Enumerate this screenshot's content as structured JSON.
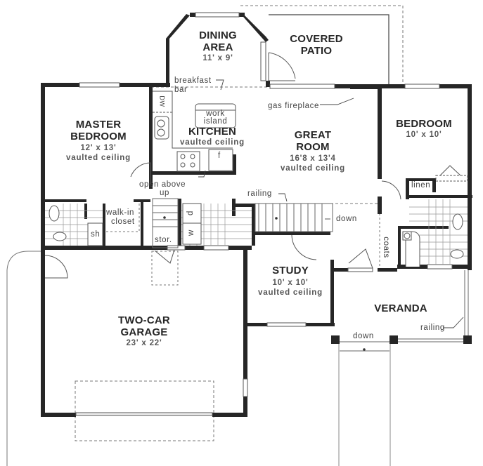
{
  "plan": {
    "type": "floor-plan",
    "rooms": [
      {
        "name_line1": "DINING",
        "name_line2": "AREA",
        "size": "11' x 9'",
        "ceiling": ""
      },
      {
        "name_line1": "COVERED",
        "name_line2": "PATIO",
        "size": "",
        "ceiling": ""
      },
      {
        "name_line1": "MASTER",
        "name_line2": "BEDROOM",
        "size": "12' x 13'",
        "ceiling": "vaulted ceiling"
      },
      {
        "name_line1": "KITCHEN",
        "name_line2": "",
        "size": "",
        "ceiling": "vaulted ceiling"
      },
      {
        "name_line1": "GREAT",
        "name_line2": "ROOM",
        "size": "16'8 x 13'4",
        "ceiling": "vaulted ceiling"
      },
      {
        "name_line1": "BEDROOM",
        "name_line2": "",
        "size": "10' x 10'",
        "ceiling": ""
      },
      {
        "name_line1": "STUDY",
        "name_line2": "",
        "size": "10' x 10'",
        "ceiling": "vaulted ceiling"
      },
      {
        "name_line1": "VERANDA",
        "name_line2": "",
        "size": "",
        "ceiling": ""
      },
      {
        "name_line1": "TWO-CAR",
        "name_line2": "GARAGE",
        "size": "23' x 22'",
        "ceiling": ""
      }
    ],
    "annotations": {
      "breakfast_bar_1": "breakfast",
      "breakfast_bar_2": "bar",
      "work_island_1": "work",
      "work_island_2": "island",
      "gas_fireplace": "gas fireplace",
      "open_above": "open above",
      "up": "up",
      "railing_top": "railing",
      "down_stair": "down",
      "walk_in_1": "walk-in",
      "walk_in_2": "closet",
      "shower": "sh",
      "storage": "stor.",
      "dryer": "d",
      "washer": "w",
      "dishwasher": "DW",
      "fridge": "f",
      "linen": "linen",
      "coats": "coats",
      "railing_veranda": "railing",
      "down_veranda": "down"
    },
    "colors": {
      "wall": "#262626",
      "line": "#555555",
      "background": "#ffffff"
    }
  }
}
